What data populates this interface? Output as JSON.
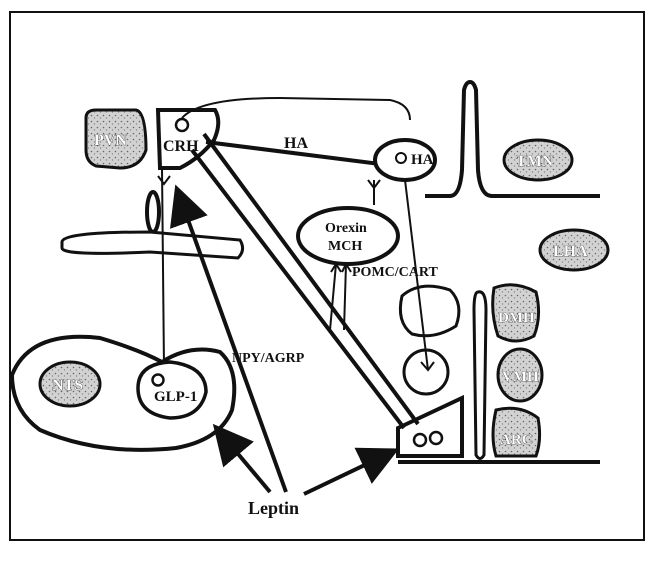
{
  "labels": {
    "pvn": "PVN",
    "crh": "CRH",
    "ha_path": "HA",
    "ha_node": "HA",
    "tmn": "TMN",
    "orexin": "Orexin",
    "mch": "MCH",
    "pomc_cart": "POMC/CART",
    "lha": "LHA",
    "dmh": "DMH",
    "vmh": "VMH",
    "arc": "ARC",
    "nts": "NTS",
    "glp1": "GLP-1",
    "npy_agrp": "NPY/AGRP",
    "leptin": "Leptin"
  },
  "colors": {
    "ink": "#111111",
    "nucleus_fill": "#c9c9c9",
    "background": "#ffffff"
  }
}
